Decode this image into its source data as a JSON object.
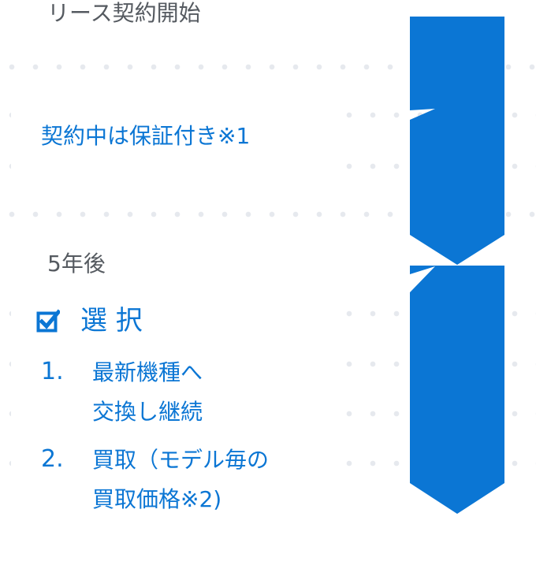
{
  "flow": {
    "start_label": "リース契約開始",
    "warranty_label": "契約中は保証付き※1",
    "after_label": "5年後",
    "choice_heading": "選 択",
    "options": [
      {
        "number": "1.",
        "line1": "最新機種へ",
        "line2": "交換し継続"
      },
      {
        "number": "2.",
        "line1": "買取（モデル毎の",
        "line2": "買取価格※2)"
      }
    ]
  },
  "colors": {
    "accent": "#0b76d4",
    "text": "#555a60",
    "dots": "#e6e9ee"
  },
  "icons": {
    "choice": "checkbox-checked-icon",
    "flow": "down-arrow-icon"
  }
}
